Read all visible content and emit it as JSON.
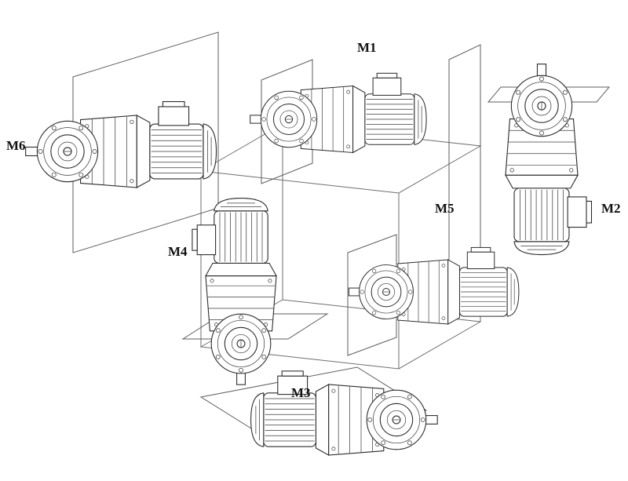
{
  "diagram": {
    "kind": "gearmotor-mounting-positions",
    "line_color": "#2b2b2b",
    "background_color": "#ffffff",
    "positions": [
      {
        "label": "M1",
        "placement": "top-center",
        "orientation": "horizontal, output flange facing viewer-left, above cube top face"
      },
      {
        "label": "M2",
        "placement": "right",
        "orientation": "vertical, output shaft pointing up, motor below"
      },
      {
        "label": "M3",
        "placement": "bottom-center",
        "orientation": "horizontal mirrored, motor at left, output flange at right, below cube"
      },
      {
        "label": "M4",
        "placement": "left-center",
        "orientation": "vertical, output shaft pointing down, motor on top"
      },
      {
        "label": "M5",
        "placement": "center-right",
        "orientation": "horizontal, output flange facing viewer-left, at cube right face"
      },
      {
        "label": "M6",
        "placement": "far-left",
        "orientation": "horizontal, output flange facing viewer-left, at cube left face"
      }
    ]
  }
}
